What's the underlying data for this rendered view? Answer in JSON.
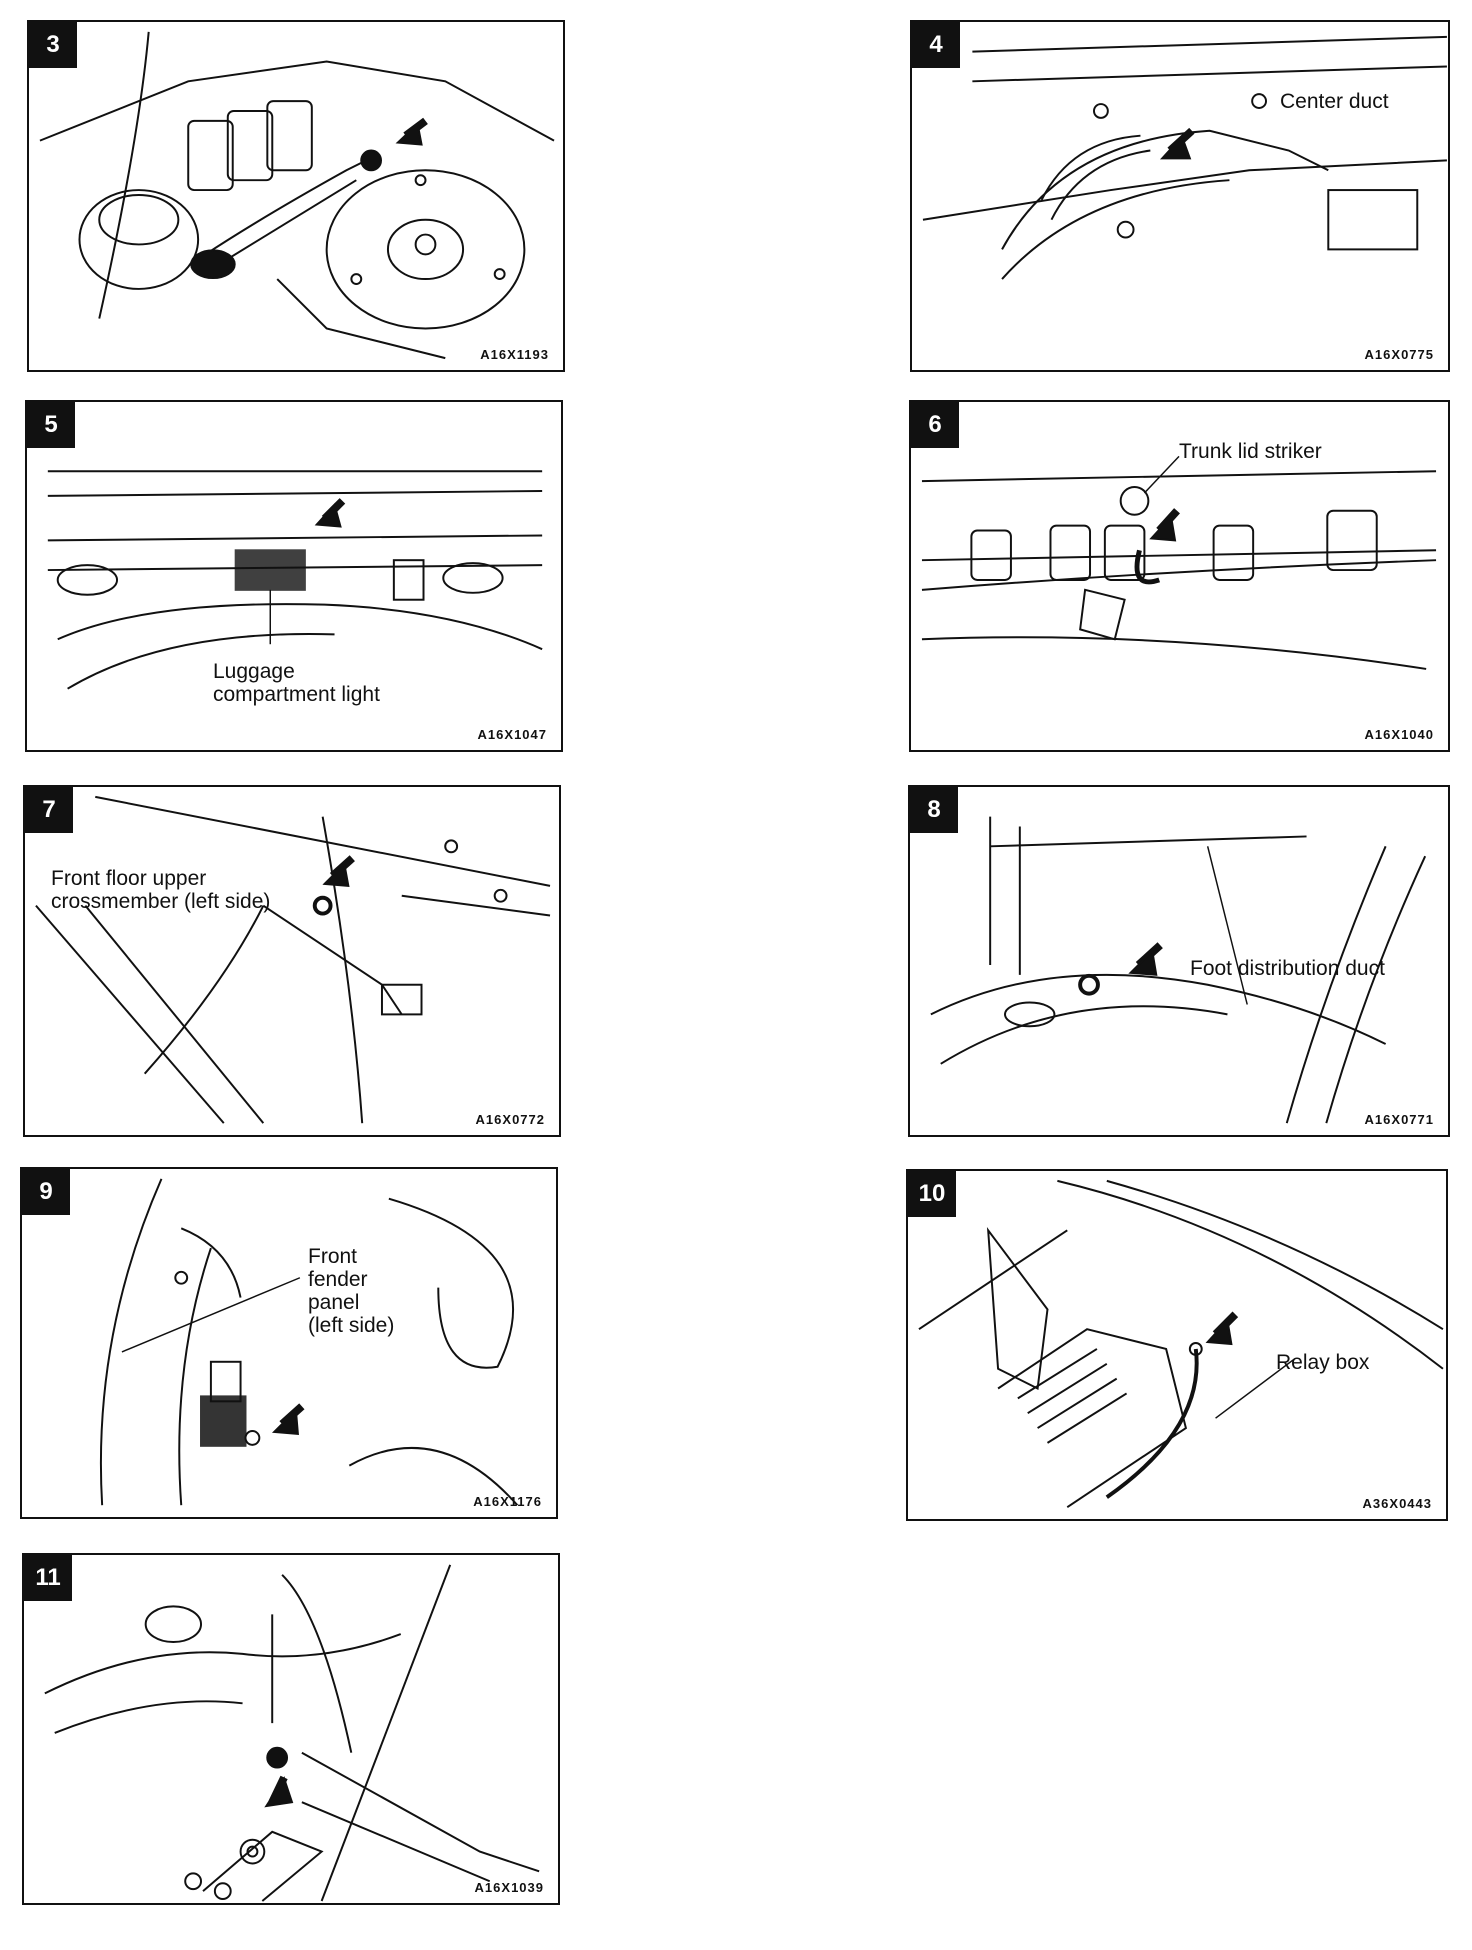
{
  "panels": [
    {
      "id": "3",
      "code": "A16X1193",
      "labels": []
    },
    {
      "id": "4",
      "code": "A16X0775",
      "labels": [
        "Center duct"
      ]
    },
    {
      "id": "5",
      "code": "A16X1047",
      "labels": [
        "Luggage",
        "compartment light"
      ]
    },
    {
      "id": "6",
      "code": "A16X1040",
      "labels": [
        "Trunk lid striker"
      ]
    },
    {
      "id": "7",
      "code": "A16X0772",
      "labels": [
        "Front floor upper",
        "crossmember (left side)"
      ]
    },
    {
      "id": "8",
      "code": "A16X0771",
      "labels": [
        "Foot distribution duct"
      ]
    },
    {
      "id": "9",
      "code": "A16X1176",
      "labels": [
        "Front",
        "fender",
        "panel",
        "(left side)"
      ]
    },
    {
      "id": "10",
      "code": "A36X0443",
      "labels": [
        "Relay box"
      ]
    },
    {
      "id": "11",
      "code": "A16X1039",
      "labels": []
    }
  ]
}
